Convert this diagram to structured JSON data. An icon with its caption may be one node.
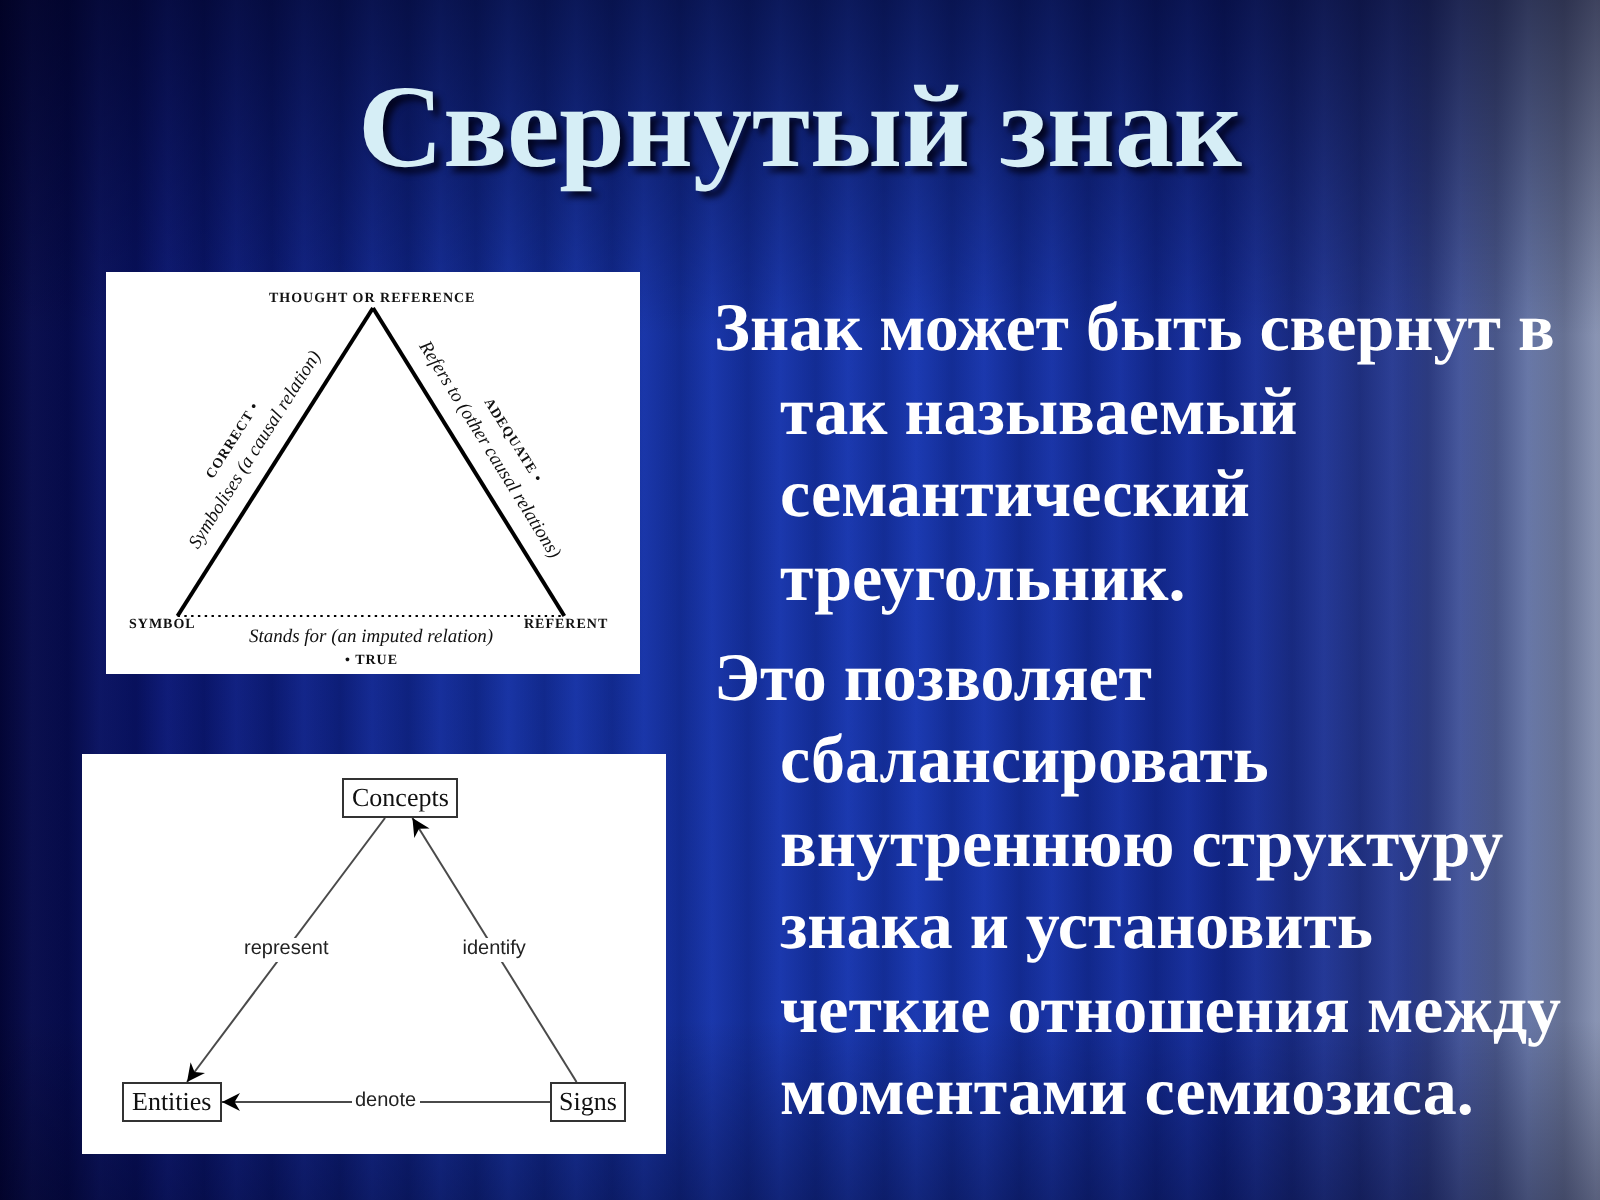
{
  "diagram": {
    "title": "Свернутый знак",
    "nodes": [
      {
        "text": [
          "THOUGHT OR REFERENCE"
        ]
      },
      {
        "text": [
          "SYMBOL"
        ]
      },
      {
        "text": [
          "REFERENT"
        ]
      },
      {
        "text": [
          "Concepts"
        ]
      },
      {
        "text": [
          "Entities"
        ]
      },
      {
        "text": [
          "Signs"
        ]
      }
    ],
    "edges": [
      {
        "from": 1,
        "to": 0,
        "arrow": "none",
        "label": "Symbolises (a causal relation)"
      },
      {
        "from": 0,
        "to": 2,
        "arrow": "none",
        "label": "Refers to (other causal relations)"
      },
      {
        "from": 1,
        "to": 2,
        "arrow": "none",
        "label": "Stands for (an imputed relation)",
        "style": "dashed"
      },
      {
        "from": 3,
        "to": 4,
        "arrow": "to",
        "label": "represent"
      },
      {
        "from": 5,
        "to": 3,
        "arrow": "to",
        "label": "identify"
      },
      {
        "from": 5,
        "to": 4,
        "arrow": "to",
        "label": "denote"
      }
    ],
    "labels": [
      "CORRECT •",
      "ADEQUATE •",
      "• TRUE",
      "Знак может быть свернут в так называемый семантический треугольник.",
      "Это позволяет сбалансировать внутреннюю структуру знака и установить четкие отношения между моментами семиозиса."
    ]
  }
}
